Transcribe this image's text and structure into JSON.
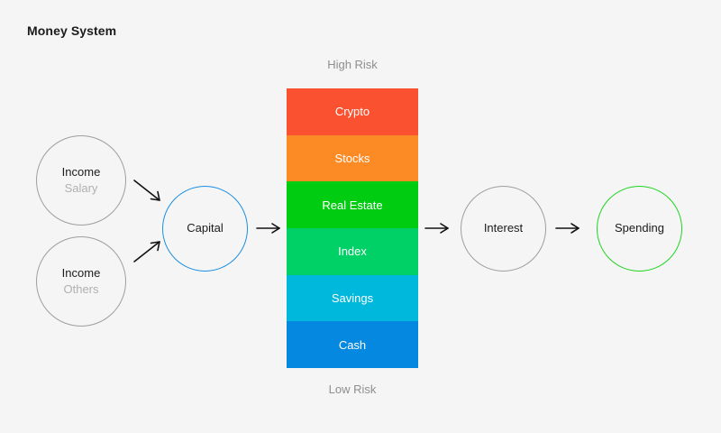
{
  "page": {
    "title": "Money System",
    "background_color": "#f5f5f5"
  },
  "nodes": {
    "income_salary": {
      "title": "Income",
      "subtitle": "Salary",
      "border_color": "#9e9e9e"
    },
    "income_others": {
      "title": "Income",
      "subtitle": "Others",
      "border_color": "#9e9e9e"
    },
    "capital": {
      "title": "Capital",
      "border_color": "#1a8fe3"
    },
    "interest": {
      "title": "Interest",
      "border_color": "#9e9e9e"
    },
    "spending": {
      "title": "Spending",
      "border_color": "#1fd421"
    }
  },
  "risk_stack": {
    "top_label": "High Risk",
    "bottom_label": "Low Risk",
    "label_color": "#8e8e8e",
    "blocks": [
      {
        "label": "Crypto",
        "color": "#fa5130"
      },
      {
        "label": "Stocks",
        "color": "#fc8b26"
      },
      {
        "label": "Real Estate",
        "color": "#00cc11"
      },
      {
        "label": "Index",
        "color": "#00d166"
      },
      {
        "label": "Savings",
        "color": "#00b8db"
      },
      {
        "label": "Cash",
        "color": "#0588e0"
      }
    ]
  },
  "arrows": [
    {
      "name": "salary-to-capital",
      "direction": "down-right"
    },
    {
      "name": "others-to-capital",
      "direction": "up-right"
    },
    {
      "name": "capital-to-stack",
      "direction": "right"
    },
    {
      "name": "stack-to-interest",
      "direction": "right"
    },
    {
      "name": "interest-to-spending",
      "direction": "right"
    }
  ]
}
